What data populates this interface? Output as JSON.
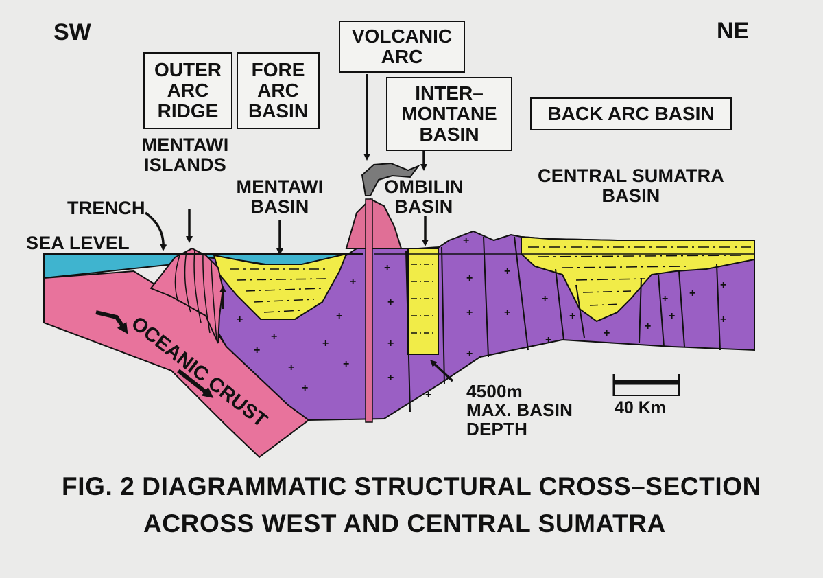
{
  "directions": {
    "left": "SW",
    "right": "NE"
  },
  "boxes": {
    "outer_arc": [
      "OUTER",
      "ARC",
      "RIDGE"
    ],
    "fore_arc": [
      "FORE",
      "ARC",
      "BASIN"
    ],
    "volcanic_arc": [
      "VOLCANIC",
      "ARC"
    ],
    "intermontane": [
      "INTER–",
      "MONTANE",
      "BASIN"
    ],
    "back_arc": [
      "BACK ARC BASIN"
    ]
  },
  "labels": {
    "mentawi_islands": [
      "MENTAWI",
      "ISLANDS"
    ],
    "mentawi_basin": [
      "MENTAWI",
      "BASIN"
    ],
    "ombilin_basin": [
      "OMBILIN",
      "BASIN"
    ],
    "central_sumatra_basin": [
      "CENTRAL SUMATRA",
      "BASIN"
    ],
    "trench": "TRENCH",
    "sea_level": "SEA LEVEL",
    "oceanic_crust": "OCEANIC CRUST",
    "basin_depth": [
      "4500m",
      "MAX. BASIN",
      "DEPTH"
    ]
  },
  "scale_bar": {
    "label": "40 Km"
  },
  "caption": {
    "line1": "FIG. 2  DIAGRAMMATIC STRUCTURAL CROSS–SECTION",
    "line2": "ACROSS WEST AND CENTRAL SUMATRA"
  },
  "colors": {
    "background": "#ebebea",
    "sea": "#3fb4cf",
    "oceanic_crust": "#e8739c",
    "continental_crust": "#9a5fc4",
    "sediment_fill": "#f1ec48",
    "volcano": "#e06f96",
    "ash_plume": "#7b7b7b",
    "ink": "#111111"
  }
}
